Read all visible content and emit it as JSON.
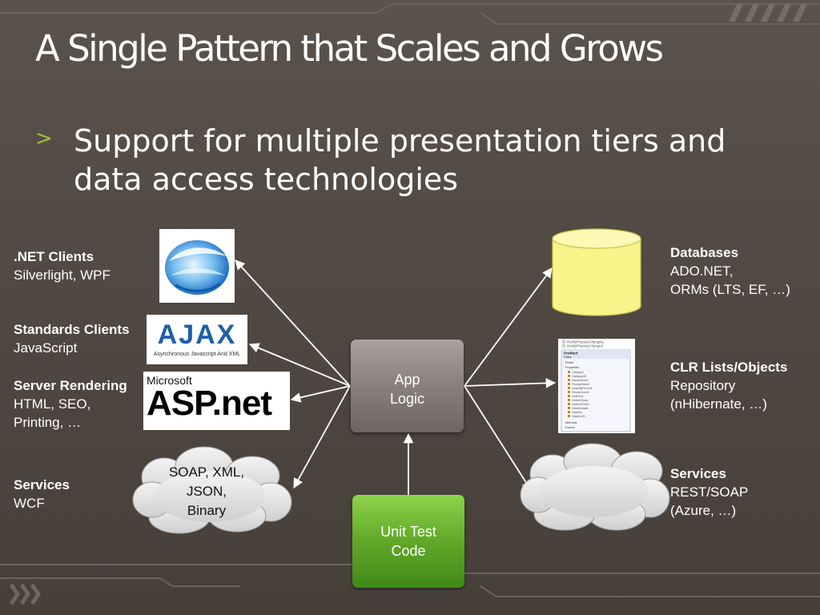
{
  "slide": {
    "title": "A Single Pattern that Scales and Grows",
    "bullet": {
      "marker": ">",
      "text": "Support for multiple presentation tiers and data access technologies"
    }
  },
  "left_labels": [
    {
      "title": ".NET Clients",
      "lines": [
        "Silverlight, WPF"
      ]
    },
    {
      "title": "Standards Clients",
      "lines": [
        "JavaScript"
      ]
    },
    {
      "title": "Server Rendering",
      "lines": [
        "HTML, SEO,",
        "Printing, …"
      ]
    },
    {
      "title": "Services",
      "lines": [
        "WCF"
      ]
    }
  ],
  "right_labels": [
    {
      "title": "Databases",
      "lines": [
        "ADO.NET,",
        "ORMs (LTS, EF, …)"
      ]
    },
    {
      "title": "CLR Lists/Objects",
      "lines": [
        "Repository",
        "(nHibernate, …)"
      ]
    },
    {
      "title": "Services",
      "lines": [
        "REST/SOAP",
        "(Azure, …)"
      ]
    }
  ],
  "boxes": {
    "app_logic": "App\nLogic",
    "unit_test": "Unit Test\nCode"
  },
  "cloud_left": {
    "lines": [
      "SOAP, XML,",
      "JSON,",
      "Binary"
    ]
  },
  "logos": {
    "ajax": {
      "word": "AJAX",
      "tagline": "Asynchronous Javascript And XML"
    },
    "aspnet": {
      "vendor": "Microsoft",
      "word": "ASP.net"
    }
  },
  "class_diagram": {
    "interfaces": [
      "INotifyPropertyChanging",
      "INotifyPropertyChanged"
    ],
    "class_name": "Product",
    "class_kind": "Class",
    "sections": [
      "Fields",
      "Properties",
      "Methods",
      "Events"
    ],
    "properties": [
      "Category",
      "CategoryID",
      "Discontinued",
      "ProductName",
      "QuantityPerUnit",
      "ReorderLevel",
      "UnitPrice",
      "UnitsInStock",
      "UnitsOnOrder",
      "OrderDetails",
      "Supplier",
      "SupplierID"
    ]
  },
  "colors": {
    "background": "#524a44",
    "bullet_marker": "#9ec437",
    "app_logic_box": "#8b8382",
    "unit_test_box": "#62a828",
    "database_cylinder": "#f7f48a",
    "cloud": "#e4e4e4",
    "arrow": "#ffffff"
  }
}
